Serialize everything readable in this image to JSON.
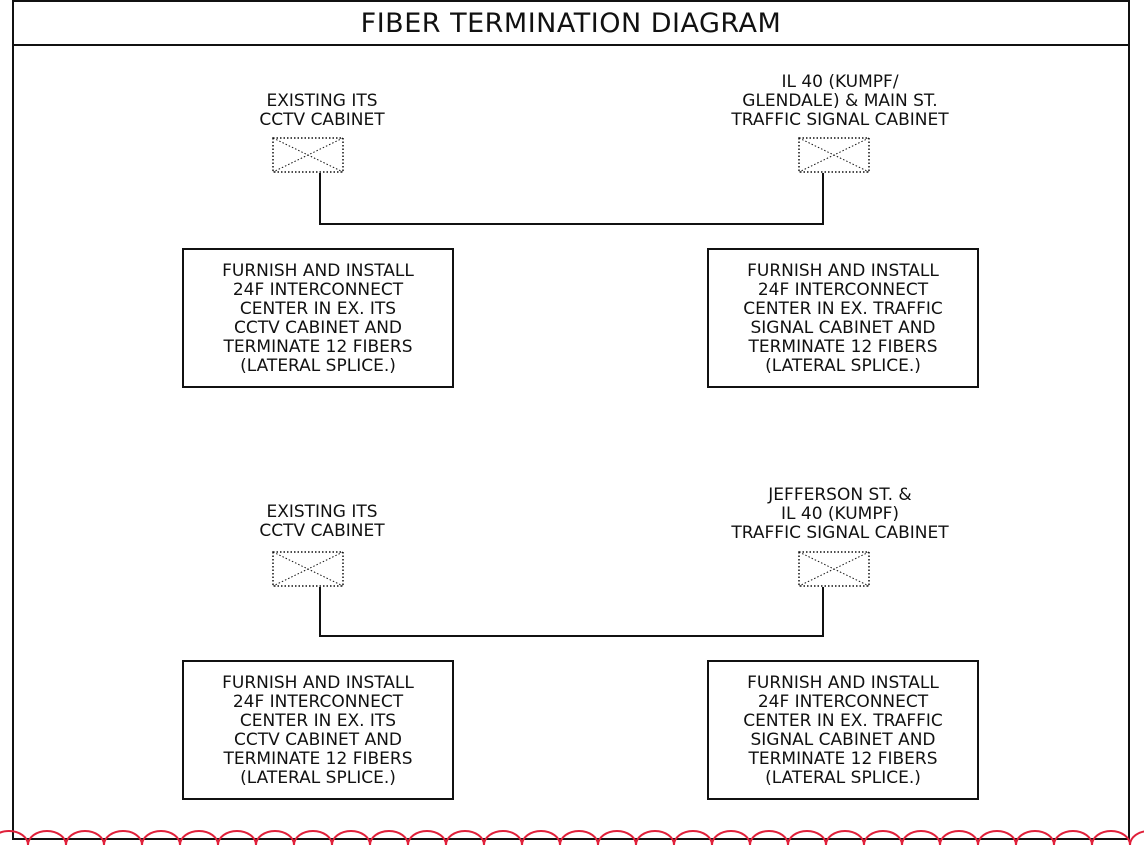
{
  "title": "FIBER TERMINATION DIAGRAM",
  "groups": [
    {
      "left_cabinet": "EXISTING ITS\nCCTV CABINET",
      "right_cabinet": "IL 40 (KUMPF/\nGLENDALE) & MAIN ST.\nTRAFFIC SIGNAL CABINET",
      "left_box": "FURNISH AND INSTALL\n24F INTERCONNECT\nCENTER IN EX. ITS\nCCTV CABINET AND\nTERMINATE 12 FIBERS\n(LATERAL SPLICE.)",
      "right_box": "FURNISH AND INSTALL\n24F INTERCONNECT\nCENTER IN EX. TRAFFIC\nSIGNAL CABINET AND\nTERMINATE 12 FIBERS\n(LATERAL SPLICE.)"
    },
    {
      "left_cabinet": "EXISTING ITS\nCCTV CABINET",
      "right_cabinet": "JEFFERSON ST. &\nIL 40 (KUMPF)\nTRAFFIC SIGNAL CABINET",
      "left_box": "FURNISH AND INSTALL\n24F INTERCONNECT\nCENTER IN EX. ITS\nCCTV CABINET AND\nTERMINATE 12 FIBERS\n(LATERAL SPLICE.)",
      "right_box": "FURNISH AND INSTALL\n24F INTERCONNECT\nCENTER IN EX. TRAFFIC\nSIGNAL CABINET AND\nTERMINATE 12 FIBERS\n(LATERAL SPLICE.)"
    }
  ],
  "colors": {
    "line": "#111111",
    "revision_cloud": "#e0203a"
  }
}
